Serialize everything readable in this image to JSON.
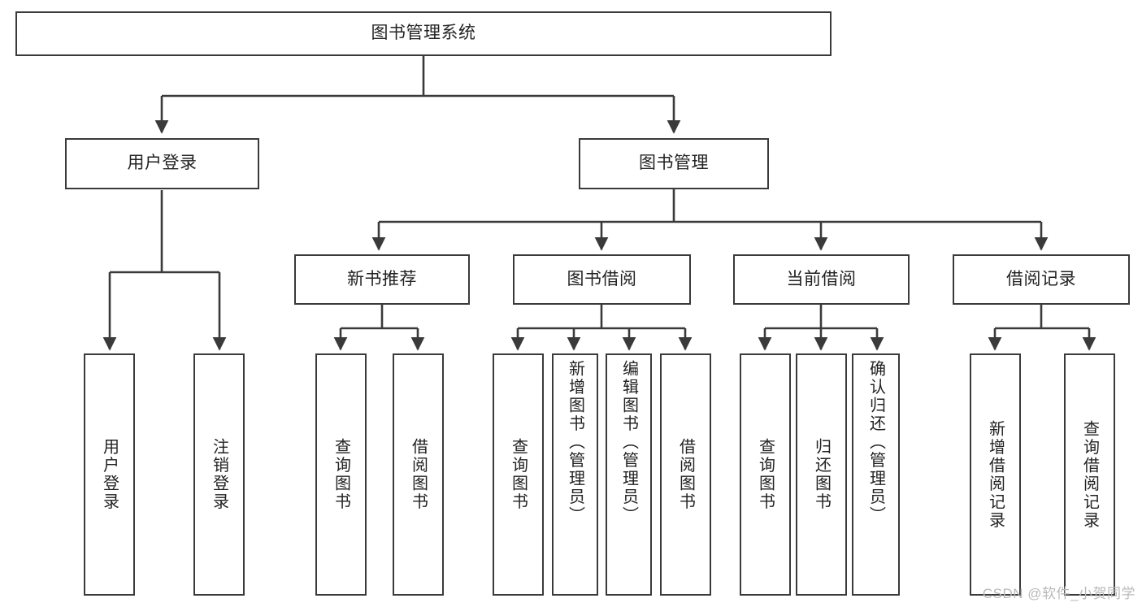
{
  "diagram": {
    "type": "tree",
    "title": "图书管理系统",
    "watermark": "CSDN @软件_小贺同学",
    "colors": {
      "box_border": "#3a3a3a",
      "box_fill": "#ffffff",
      "edge": "#3a3a3a",
      "text": "#222222",
      "watermark": "#b9b9b9"
    },
    "root": {
      "label": "图书管理系统"
    },
    "level2": [
      {
        "label": "用户登录"
      },
      {
        "label": "图书管理"
      }
    ],
    "level3": [
      {
        "label": "新书推荐",
        "parent": "图书管理"
      },
      {
        "label": "图书借阅",
        "parent": "图书管理"
      },
      {
        "label": "当前借阅",
        "parent": "图书管理"
      },
      {
        "label": "借阅记录",
        "parent": "图书管理"
      }
    ],
    "leaves": [
      {
        "label": "用户登录",
        "parent": "用户登录"
      },
      {
        "label": "注销登录",
        "parent": "用户登录"
      },
      {
        "label": "查询图书",
        "parent": "新书推荐"
      },
      {
        "label": "借阅图书",
        "parent": "新书推荐"
      },
      {
        "label": "查询图书",
        "parent": "图书借阅"
      },
      {
        "label": "新增图书（管理员）",
        "parent": "图书借阅"
      },
      {
        "label": "编辑图书（管理员）",
        "parent": "图书借阅"
      },
      {
        "label": "借阅图书",
        "parent": "图书借阅"
      },
      {
        "label": "查询图书",
        "parent": "当前借阅"
      },
      {
        "label": "归还图书",
        "parent": "当前借阅"
      },
      {
        "label": "确认归还（管理员）",
        "parent": "当前借阅"
      },
      {
        "label": "新增借阅记录",
        "parent": "借阅记录"
      },
      {
        "label": "查询借阅记录",
        "parent": "借阅记录"
      }
    ]
  }
}
